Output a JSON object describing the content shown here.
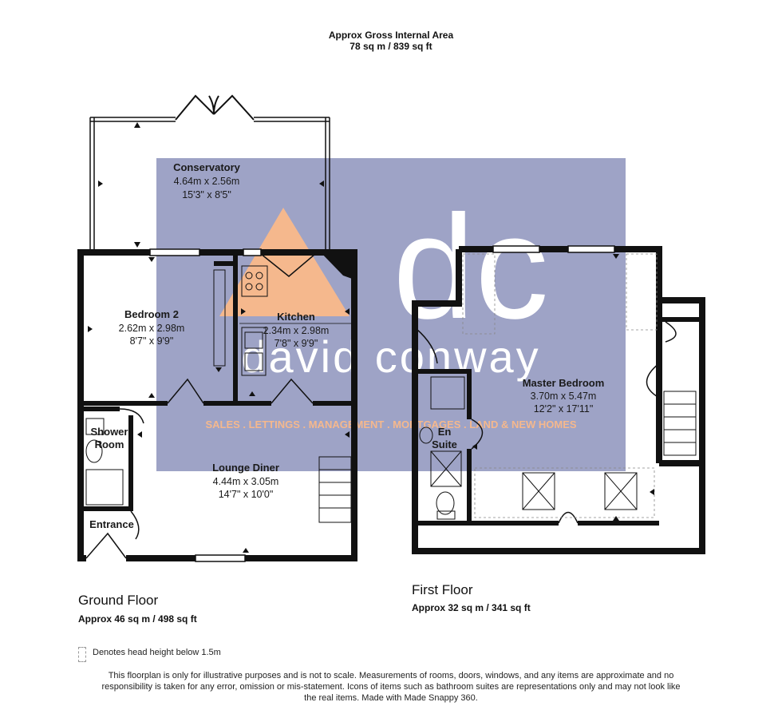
{
  "header": {
    "title": "Approx Gross Internal Area",
    "area": "78 sq m / 839 sq ft"
  },
  "watermark": {
    "logo_letters": "dc",
    "name": "david conway",
    "tagline": "SALES . LETTINGS . MANAGEMENT . MORTGAGES . LAND & NEW HOMES",
    "colors": {
      "panel": "#9ea3c6",
      "accent": "#f5b88d",
      "text": "#ffffff"
    }
  },
  "rooms": {
    "conservatory": {
      "name": "Conservatory",
      "metric": "4.64m x 2.56m",
      "imperial": "15'3\" x 8'5\""
    },
    "bedroom2": {
      "name": "Bedroom 2",
      "metric": "2.62m x 2.98m",
      "imperial": "8'7\" x 9'9\""
    },
    "kitchen": {
      "name": "Kitchen",
      "metric": "2.34m x 2.98m",
      "imperial": "7'8\" x 9'9\""
    },
    "shower_room": {
      "name_line1": "Shower",
      "name_line2": "Room"
    },
    "lounge_diner": {
      "name": "Lounge Diner",
      "metric": "4.44m x 3.05m",
      "imperial": "14'7\" x 10'0\""
    },
    "entrance": {
      "name": "Entrance"
    },
    "master_bedroom": {
      "name": "Master Bedroom",
      "metric": "3.70m x 5.47m",
      "imperial": "12'2\" x 17'11\""
    },
    "en_suite": {
      "name_line1": "En",
      "name_line2": "Suite"
    }
  },
  "floors": {
    "ground": {
      "title": "Ground Floor",
      "area": "Approx 46 sq m / 498 sq ft"
    },
    "first": {
      "title": "First Floor",
      "area": "Approx 32 sq m / 341 sq ft"
    }
  },
  "legend": {
    "text": "Denotes head height below 1.5m"
  },
  "disclaimer": "This floorplan is only for illustrative purposes and is not to scale. Measurements of rooms, doors, windows, and any items are approximate and no responsibility is taken for any error, omission or mis-statement. Icons of items such as bathroom suites are representations only and may not look like the real items. Made with Made Snappy 360."
}
